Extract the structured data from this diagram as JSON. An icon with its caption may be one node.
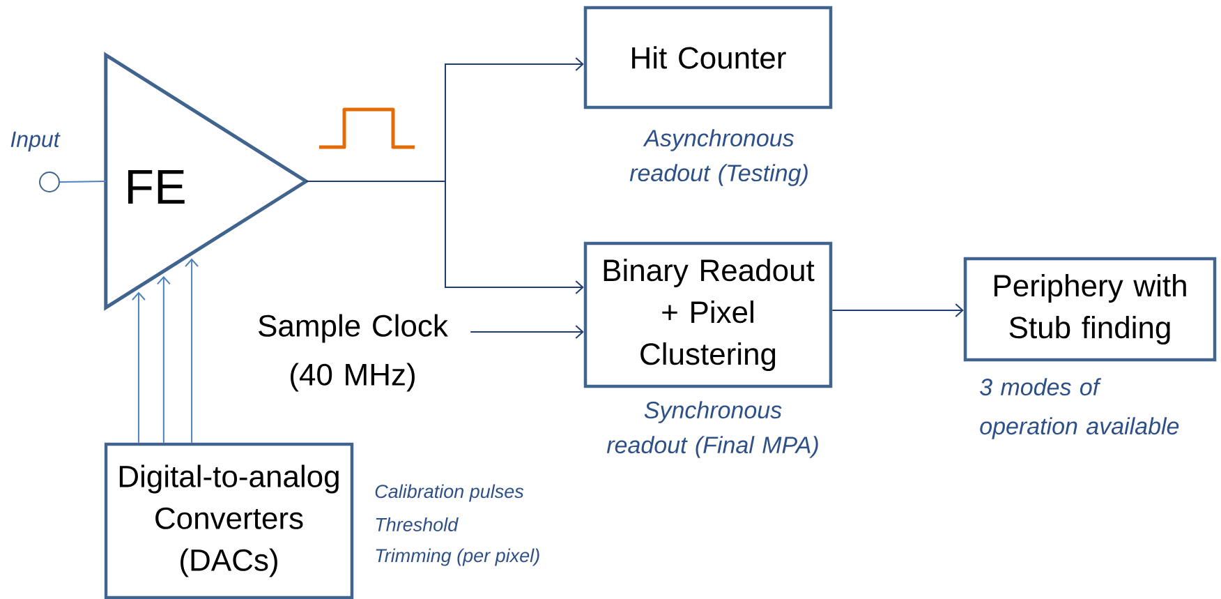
{
  "diagram": {
    "nodes": [
      {
        "text": [],
        "shape": "circle",
        "beside": [
          "Input"
        ]
      },
      {
        "text": [
          "FE"
        ]
      },
      {
        "text": [
          "Hit Counter"
        ],
        "beside": [
          "Asynchronous readout (Testing)"
        ]
      },
      {
        "text": [
          "Binary Readout + Pixel Clustering"
        ],
        "beside": [
          "Synchronous readout (Final MPA)"
        ]
      },
      {
        "text": [
          "Sample Clock (40 MHz)"
        ]
      },
      {
        "text": [
          "Periphery with Stub finding"
        ],
        "beside": [
          "3 modes of operation available"
        ]
      },
      {
        "text": [
          "Digital-to-analog Converters (DACs)"
        ],
        "beside": [
          "Calibration pulses",
          "Threshold",
          "Trimming (per pixel)"
        ]
      }
    ],
    "edges": [
      {
        "from": 0,
        "to": 1,
        "arrow": "none",
        "color": "#4f81bd"
      },
      {
        "from": 1,
        "to": 2,
        "arrow": "to"
      },
      {
        "from": 1,
        "to": 3,
        "arrow": "to"
      },
      {
        "from": 4,
        "to": 3,
        "arrow": "to"
      },
      {
        "from": 3,
        "to": 5,
        "arrow": "to"
      },
      {
        "from": 6,
        "to": 1,
        "arrow": "to",
        "color": "#4f81bd"
      },
      {
        "from": 6,
        "to": 1,
        "arrow": "to",
        "color": "#4f81bd"
      },
      {
        "from": 6,
        "to": 1,
        "arrow": "to",
        "color": "#4f81bd"
      }
    ]
  }
}
